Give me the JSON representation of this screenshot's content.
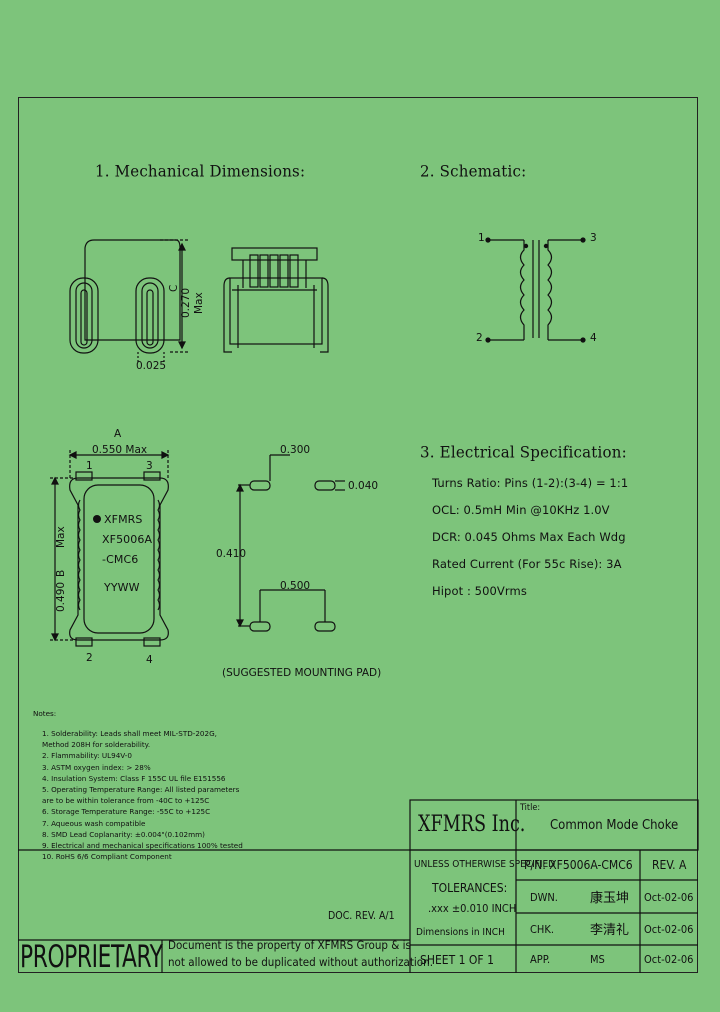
{
  "sections": {
    "mechanical": "1. Mechanical Dimensions:",
    "schematic": "2. Schematic:",
    "electrical": "3. Electrical Specification:"
  },
  "mechanical_labels": {
    "height_c": "C",
    "height_val": "0.270",
    "height_max": "Max",
    "pin_width": "0.025",
    "width_a": "A",
    "width_val": "0.550 Max",
    "length_b": "B",
    "length_val": "0.490",
    "length_max": "Max",
    "pin1": "1",
    "pin2": "2",
    "pin3": "3",
    "pin4": "4",
    "marking": [
      "XFMRS",
      "XF5006A",
      "-CMC6",
      "YYWW"
    ]
  },
  "pad_labels": {
    "pad_len": "0.300",
    "pad_w": "0.040",
    "pad_span": "0.410",
    "pad_pitch": "0.500",
    "caption": "(SUGGESTED MOUNTING PAD)"
  },
  "schematic_pins": {
    "p1": "1",
    "p2": "2",
    "p3": "3",
    "p4": "4"
  },
  "electrical": [
    "Turns Ratio: Pins (1-2):(3-4) = 1:1",
    "OCL: 0.5mH Min @10KHz 1.0V",
    "DCR: 0.045 Ohms Max  Each Wdg",
    "Rated Current (For 55c Rise): 3A",
    "Hipot : 500Vrms"
  ],
  "notes_title": "Notes:",
  "notes": [
    "1. Solderability: Leads shall meet MIL-STD-202G,",
    "    Method 208H for solderability.",
    "2. Flammability: UL94V-0",
    "3. ASTM oxygen index: > 28%",
    "4. Insulation System: Class F 155C UL file E151556",
    "5. Operating Temperature Range: All listed parameters",
    "    are to be within tolerance from -40C to +125C",
    "6. Storage Temperature Range: -55C to +125C",
    "7. Aqueous wash compatible",
    "8. SMD Lead Coplanarity: ±0.004\"(0.102mm)",
    "9. Electrical and mechanical specifications 100% tested",
    "10. RoHS 6/6 Compliant Component"
  ],
  "doc_rev": "DOC. REV. A/1",
  "title_block": {
    "company": "XFMRS Inc.",
    "title_label": "Title:",
    "title": "Common Mode Choke",
    "unless": "UNLESS OTHERWISE SPECIFIED",
    "tolerances": "TOLERANCES:",
    "tol_value": ".xxx  ±0.010  INCH",
    "dims_in": "Dimensions in INCH",
    "sheet": "SHEET  1  OF  1",
    "pn": "P/N: XF5006A-CMC6",
    "rev": "REV. A",
    "dwn_label": "DWN.",
    "dwn_sig": "康玉坤",
    "dwn_date": "Oct-02-06",
    "chk_label": "CHK.",
    "chk_sig": "李清礼",
    "chk_date": "Oct-02-06",
    "app_label": "APP.",
    "app_sig": "MS",
    "app_date": "Oct-02-06"
  },
  "proprietary": {
    "label": "PROPRIETARY",
    "line1": "Document is the property of XFMRS Group & is",
    "line2": "not allowed to be duplicated without authorization."
  }
}
